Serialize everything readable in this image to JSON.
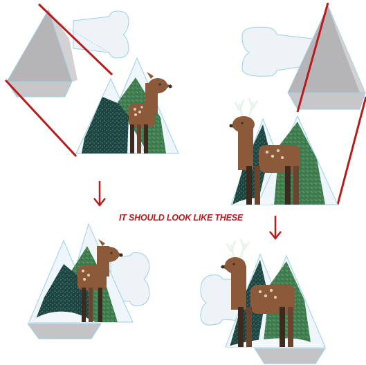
{
  "caption": {
    "text": "IT SHOULD LOOK LIKE THESE"
  },
  "colors": {
    "red": "#b71c1c",
    "paper_blue": "#eef3f8",
    "outline_blue": "#9ccfe6",
    "grey_pyramid": "#bdbdc0",
    "dark_mountain": "#1c4542",
    "green_mountain": "#3f7d4e",
    "deer_brown": "#8a5a3a",
    "deer_dark": "#3d2a1e",
    "spot": "#e6cdb5",
    "antler": "#e7f2e9"
  },
  "panels": [
    {
      "name": "before-left"
    },
    {
      "name": "before-right"
    },
    {
      "name": "after-left"
    },
    {
      "name": "after-right"
    }
  ]
}
